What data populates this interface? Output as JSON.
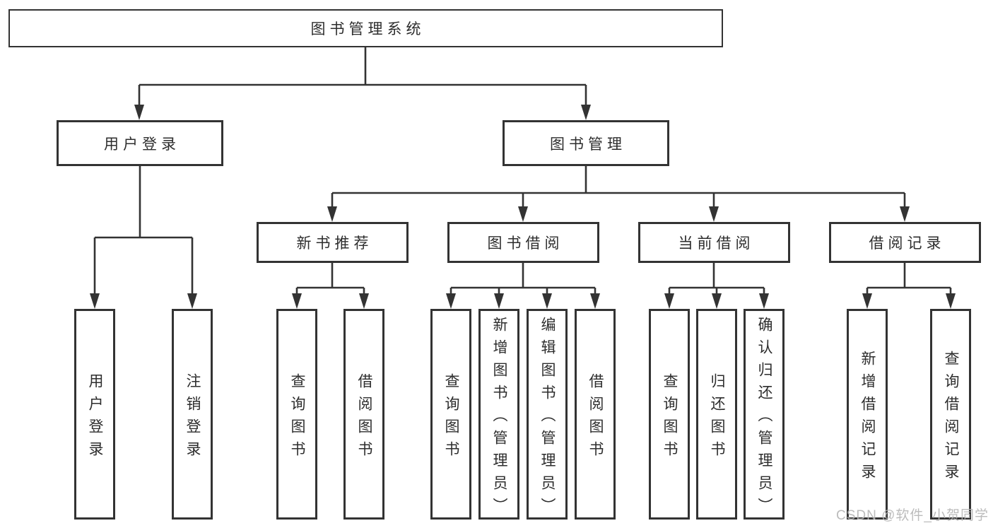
{
  "colors": {
    "background": "#ffffff",
    "line": "#333333",
    "box_border": "#333333",
    "text": "#2d2d2d",
    "watermark": "#b5b5b5"
  },
  "diagram": {
    "title": "图书管理系统",
    "branches": [
      {
        "label": "用户登录",
        "children": [
          "用户登录",
          "注销登录"
        ]
      },
      {
        "label": "图书管理",
        "sections": [
          {
            "label": "新书推荐",
            "children": [
              "查询图书",
              "借阅图书"
            ]
          },
          {
            "label": "图书借阅",
            "children": [
              "查询图书",
              "新增图书（管理员）",
              "编辑图书（管理员）",
              "借阅图书"
            ]
          },
          {
            "label": "当前借阅",
            "children": [
              "查询图书",
              "归还图书",
              "确认归还（管理员）"
            ]
          },
          {
            "label": "借阅记录",
            "children": [
              "新增借阅记录",
              "查询借阅记录"
            ]
          }
        ]
      }
    ]
  },
  "watermark": {
    "text": "CSDN @软件_小贺同学"
  }
}
